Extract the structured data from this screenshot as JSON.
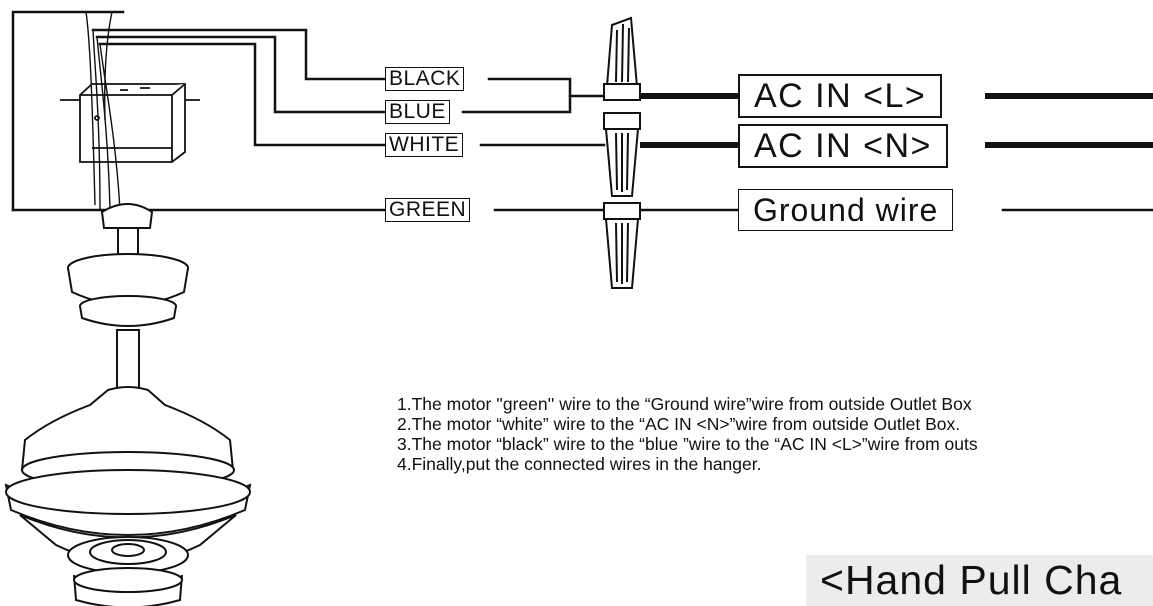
{
  "wire_labels": {
    "black": "BLACK",
    "blue": "BLUE",
    "white": "WHITE",
    "green": "GREEN"
  },
  "supply_labels": {
    "line": "AC  IN <L>",
    "neutral": "AC  IN <N>",
    "ground": "Ground wire"
  },
  "instructions": [
    "1.The motor ''green'' wire to the “Ground wire”wire from outside Outlet Box",
    "2.The motor “white” wire to the “AC IN <N>”wire from outside Outlet Box.",
    "3.The motor “black” wire to the “blue ”wire to the “AC IN <L>”wire from outs",
    "4.Finally,put the connected wires in the hanger."
  ],
  "footer_title": "<Hand Pull Cha",
  "colors": {
    "line": "#111111",
    "footer_bg": "#ececec",
    "background": "#ffffff"
  }
}
